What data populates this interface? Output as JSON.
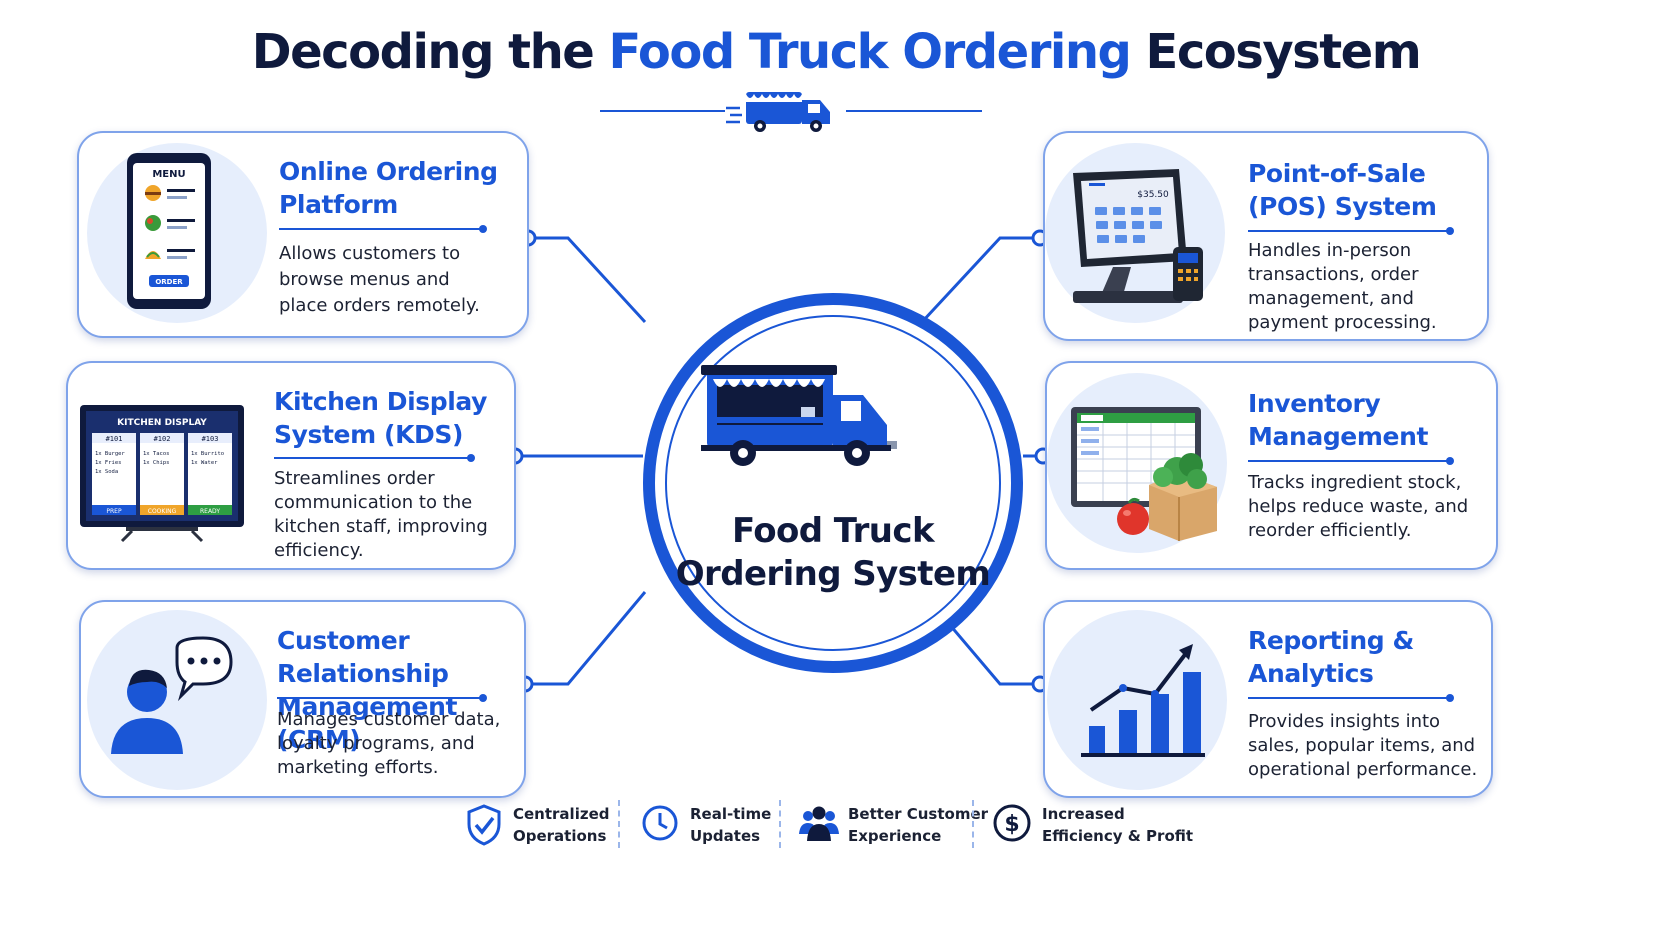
{
  "title": {
    "part1": "Decoding the ",
    "highlight": "Food Truck Ordering",
    "part2": " Ecosystem"
  },
  "hub": {
    "line1": "Food Truck",
    "line2": "Ordering System",
    "icon": "food-truck-icon"
  },
  "cards": [
    {
      "title_l1": "Online Ordering",
      "title_l2": "Platform",
      "desc_l1": "Allows customers to",
      "desc_l2": "browse menus and",
      "desc_l3": "place orders remotely.",
      "icon": "smartphone-menu-icon",
      "menu_label": "MENU",
      "button_label": "ORDER"
    },
    {
      "title_l1": "Point-of-Sale",
      "title_l2": "(POS) System",
      "desc_l1": "Handles in-person",
      "desc_l2": "transactions, order",
      "desc_l3": "management, and",
      "desc_l4": "payment processing.",
      "icon": "pos-terminal-icon",
      "price": "$35.50"
    },
    {
      "title_l1": "Kitchen Display",
      "title_l2": "System (KDS)",
      "desc_l1": "Streamlines order",
      "desc_l2": "communication to the",
      "desc_l3": "kitchen staff, improving",
      "desc_l4": "efficiency.",
      "icon": "kitchen-display-icon",
      "screen_title": "KITCHEN DISPLAY",
      "orders": [
        {
          "id": "#101",
          "item1": "1x Burger",
          "item2": "1x Fries",
          "item3": "1x Soda",
          "status": "PREP"
        },
        {
          "id": "#102",
          "item1": "1x Tacos",
          "item2": "1x Chips",
          "item3": "",
          "status": "COOKING"
        },
        {
          "id": "#103",
          "item1": "1x Burrito",
          "item2": "1x Water",
          "item3": "",
          "status": "READY"
        }
      ]
    },
    {
      "title_l1": "Inventory",
      "title_l2": "Management",
      "desc_l1": "Tracks ingredient stock,",
      "desc_l2": "helps reduce waste, and",
      "desc_l3": "reorder efficiently.",
      "icon": "inventory-box-icon"
    },
    {
      "title_l1": "Customer Relationship",
      "title_l2": "Management (CRM)",
      "desc_l1": "Manages customer data,",
      "desc_l2": "loyalty programs, and",
      "desc_l3": "marketing efforts.",
      "icon": "customer-chat-icon"
    },
    {
      "title_l1": "Reporting &",
      "title_l2": "Analytics",
      "desc_l1": "Provides insights into",
      "desc_l2": "sales, popular items, and",
      "desc_l3": "operational performance.",
      "icon": "bar-chart-icon"
    }
  ],
  "benefits": [
    {
      "l1": "Centralized",
      "l2": "Operations",
      "icon": "shield-check-icon"
    },
    {
      "l1": "Real-time",
      "l2": "Updates",
      "icon": "clock-icon"
    },
    {
      "l1": "Better Customer",
      "l2": "Experience",
      "icon": "people-icon"
    },
    {
      "l1": "Increased",
      "l2": "Efficiency & Profit",
      "icon": "dollar-icon"
    }
  ],
  "colors": {
    "primary": "#1a56d6",
    "dark": "#0f1a3d",
    "circle_bg": "#e6eefc",
    "card_border": "#7fa3ea"
  }
}
